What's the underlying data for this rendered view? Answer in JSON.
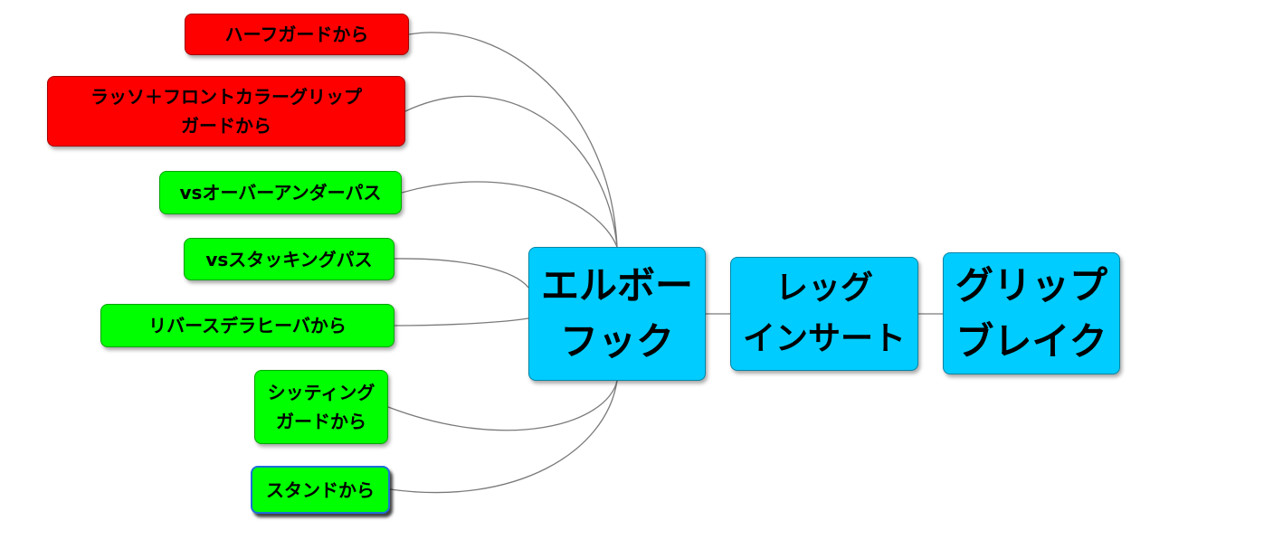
{
  "colors": {
    "offensive_branch": "#ff0000",
    "defensive_branch": "#00ff00",
    "main_chain": "#00ccff",
    "connector": "#7a7a7a"
  },
  "diagram": {
    "left_branches": [
      {
        "id": "half",
        "label": "ハーフガードから",
        "color": "red"
      },
      {
        "id": "lasso",
        "label": "ラッソ＋フロントカラーグリップ\nガードから",
        "color": "red"
      },
      {
        "id": "over",
        "label": "vsオーバーアンダーパス",
        "color": "green"
      },
      {
        "id": "stack",
        "label": "vsスタッキングパス",
        "color": "green"
      },
      {
        "id": "rev",
        "label": "リバースデラヒーバから",
        "color": "green"
      },
      {
        "id": "sit",
        "label": "シッティング\nガードから",
        "color": "green"
      },
      {
        "id": "stand",
        "label": "スタンドから",
        "color": "green",
        "selected": true
      }
    ],
    "main_chain": [
      {
        "id": "elbow",
        "label": "エルボー\nフック"
      },
      {
        "id": "leg",
        "label": "レッグ\nインサート"
      },
      {
        "id": "grip",
        "label": "グリップ\nブレイク"
      }
    ]
  }
}
